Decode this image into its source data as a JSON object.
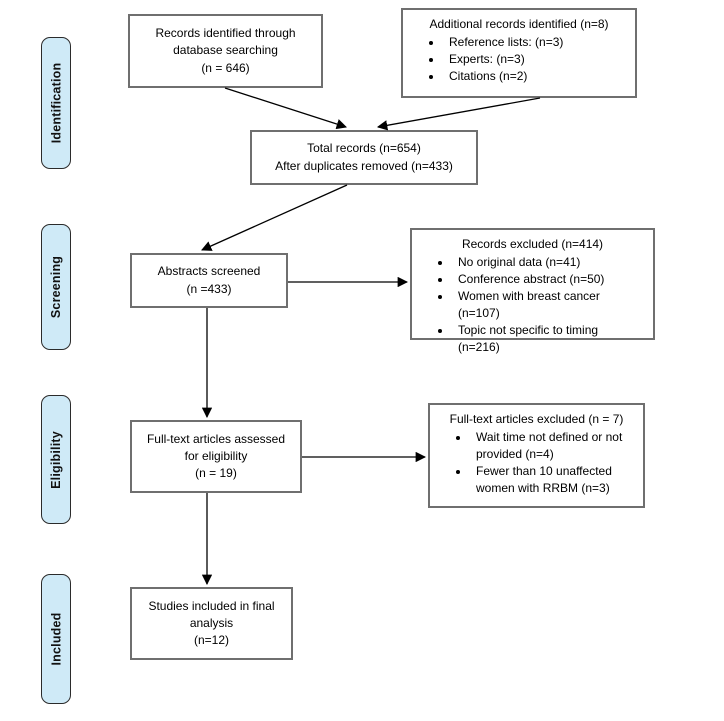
{
  "diagram": {
    "stages": [
      {
        "label": "Identification"
      },
      {
        "label": "Screening"
      },
      {
        "label": "Eligibility"
      },
      {
        "label": "Included"
      }
    ],
    "nodes": {
      "records_identified": {
        "text": "Records identified through\ndatabase searching\n(n = 646)"
      },
      "additional_records": {
        "title": "Additional records identified (n=8)",
        "items": [
          "Reference lists: (n=3)",
          "Experts: (n=3)",
          "Citations (n=2)"
        ]
      },
      "total_records": {
        "text": "Total records (n=654)\nAfter duplicates removed (n=433)"
      },
      "abstracts_screened": {
        "text": "Abstracts screened\n(n =433)"
      },
      "records_excluded": {
        "title": "Records excluded (n=414)",
        "items": [
          "No original data (n=41)",
          "Conference abstract (n=50)",
          "Women with breast cancer (n=107)",
          "Topic not specific to timing (n=216)"
        ]
      },
      "fulltext_assessed": {
        "text": "Full-text articles assessed\nfor eligibility\n(n = 19)"
      },
      "fulltext_excluded": {
        "title": "Full-text articles excluded (n = 7)",
        "items": [
          "Wait time not defined or not provided (n=4)",
          "Fewer than 10 unaffected women with RRBM (n=3)"
        ]
      },
      "studies_included": {
        "text": "Studies included in final\nanalysis\n(n=12)"
      }
    },
    "edges": [
      {
        "from": "records_identified",
        "to": "total_records"
      },
      {
        "from": "additional_records",
        "to": "total_records"
      },
      {
        "from": "total_records",
        "to": "abstracts_screened"
      },
      {
        "from": "abstracts_screened",
        "to": "records_excluded"
      },
      {
        "from": "abstracts_screened",
        "to": "fulltext_assessed"
      },
      {
        "from": "fulltext_assessed",
        "to": "fulltext_excluded"
      },
      {
        "from": "fulltext_assessed",
        "to": "studies_included"
      }
    ],
    "colors": {
      "stage_fill": "#cfeaf7",
      "stage_border": "#2b2b2b",
      "box_border": "#6f6f6f",
      "arrow": "#000000"
    }
  }
}
